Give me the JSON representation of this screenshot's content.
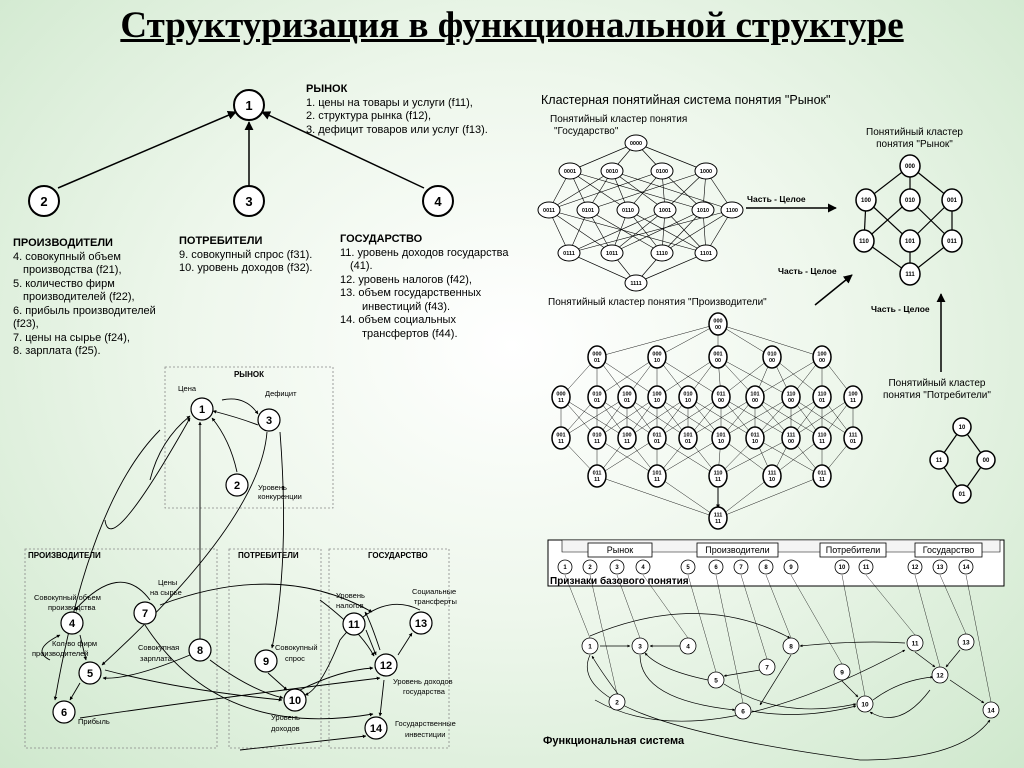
{
  "title": "Структуризация  в функциональной  структуре",
  "top_nodes": {
    "n1": "1",
    "n2": "2",
    "n3": "3",
    "n4": "4"
  },
  "market": {
    "head": "РЫНОК",
    "lines": [
      "1. цены на товары и услуги (f11),",
      "2. структура рынка (f12),",
      "3. дефицит товаров или услуг (f13)."
    ]
  },
  "producers": {
    "head": "ПРОИЗВОДИТЕЛИ",
    "lines": [
      "4. совокупный объем",
      "производства (f21),",
      "5. количество фирм",
      "производителей (f22),",
      "6. прибыль производителей",
      "(f23),",
      "7. цены на сырье (f24),",
      "8. зарплата  (f25)."
    ]
  },
  "consumers": {
    "head": "ПОТРЕБИТЕЛИ",
    "lines": [
      "9. совокупный спрос (f31).",
      "10. уровень доходов (f32)."
    ]
  },
  "state": {
    "head": "ГОСУДАРСТВО",
    "lines": [
      "11. уровень доходов государства",
      "(41).",
      "12. уровень налогов (f42),",
      "13. объем государственных",
      "инвестиций (f43).",
      "14. объем социальных",
      "трансфертов (f44)."
    ]
  },
  "cluster": {
    "system_title": "Кластерная  понятийная система  понятия \"Рынок\"",
    "gov_title_1": "Понятийный  кластер понятия",
    "gov_title_2": "\"Государство\"",
    "market_title_1": "Понятийный  кластер",
    "market_title_2": "понятия  \"Рынок\"",
    "prod_title": "Понятийный кластер  понятия \"Производители\"",
    "cons_title_1": "Понятийный  кластер",
    "cons_title_2": "понятия  \"Потребители\"",
    "part_whole": "Часть - Целое",
    "gov_nodes": [
      "0000",
      "0001",
      "0010",
      "0100",
      "1000",
      "0011",
      "0101",
      "0110",
      "1001",
      "1010",
      "1100",
      "0111",
      "1011",
      "1110",
      "1101",
      "1111"
    ],
    "market_nodes": [
      "000",
      "100",
      "010",
      "001",
      "110",
      "101",
      "011",
      "111"
    ],
    "cons_nodes": [
      "10",
      "11",
      "00",
      "01"
    ],
    "prod_nodes": {
      "top": [
        "000",
        "00"
      ],
      "r1": [
        [
          "000",
          "01"
        ],
        [
          "000",
          "10"
        ],
        [
          "001",
          "00"
        ],
        [
          "010",
          "00"
        ],
        [
          "100",
          "00"
        ]
      ],
      "r2": [
        [
          "000",
          "11"
        ],
        [
          "010",
          "01"
        ],
        [
          "100",
          "01"
        ],
        [
          "100",
          "10"
        ],
        [
          "010",
          "10"
        ],
        [
          "011",
          "00"
        ],
        [
          "101",
          "00"
        ],
        [
          "110",
          "00"
        ]
      ],
      "r3": [
        [
          "001",
          "11"
        ],
        [
          "010",
          "11"
        ],
        [
          "100",
          "11"
        ],
        [
          "011",
          "01"
        ],
        [
          "101",
          "01"
        ],
        [
          "101",
          "10"
        ],
        [
          "011",
          "10"
        ],
        [
          "111",
          "00"
        ],
        [
          "110",
          "11"
        ]
      ],
      "r4": [
        [
          "011",
          "11"
        ],
        [
          "101",
          "11"
        ],
        [
          "110",
          "11"
        ],
        [
          "111",
          "10"
        ]
      ],
      "bottom": [
        "111",
        "11"
      ]
    }
  },
  "left_diagram": {
    "frames": {
      "market": "РЫНОК",
      "producers": "ПРОИЗВОДИТЕЛИ",
      "consumers": "ПОТРЕБИТЕЛИ",
      "state": "ГОСУДАРСТВО"
    },
    "labels": {
      "price": "Цена",
      "deficit": "Дефицит",
      "competition_1": "Уровень",
      "competition_2": "конкуренции",
      "prod_vol_1": "Совокупный  объем",
      "prod_vol_2": "производства",
      "raw_1": "Цены",
      "raw_2": "на  сырье",
      "firms_1": "Кол-во  фирм",
      "firms_2": "производителей",
      "wage_1": "Совокупная",
      "wage_2": "зарплата",
      "demand_1": "Совокупный",
      "demand_2": "спрос",
      "profit": "Прибыль",
      "income_1": "Уровень",
      "income_2": "доходов",
      "taxes_1": "Уровень",
      "taxes_2": "налогов",
      "social_1": "Социальные",
      "social_2": "трансферты",
      "gov_income_1": "Уровень  доходов",
      "gov_income_2": "государства",
      "gov_inv_1": "Государственные",
      "gov_inv_2": "инвестиции"
    },
    "nodes": {
      "1": "1",
      "2": "2",
      "3": "3",
      "4": "4",
      "5": "5",
      "6": "6",
      "7": "7",
      "8": "8",
      "9": "9",
      "10": "10",
      "11": "11",
      "12": "12",
      "13": "13",
      "14": "14"
    }
  },
  "func_system": {
    "headers": [
      "Рынок",
      "Производители",
      "Потребители",
      "Государство"
    ],
    "nums": [
      "1",
      "2",
      "3",
      "4",
      "5",
      "6",
      "7",
      "8",
      "9",
      "10",
      "11",
      "12",
      "13",
      "14"
    ],
    "features_label": "Признаки  базового  понятия",
    "title": "Функциональная  система"
  }
}
